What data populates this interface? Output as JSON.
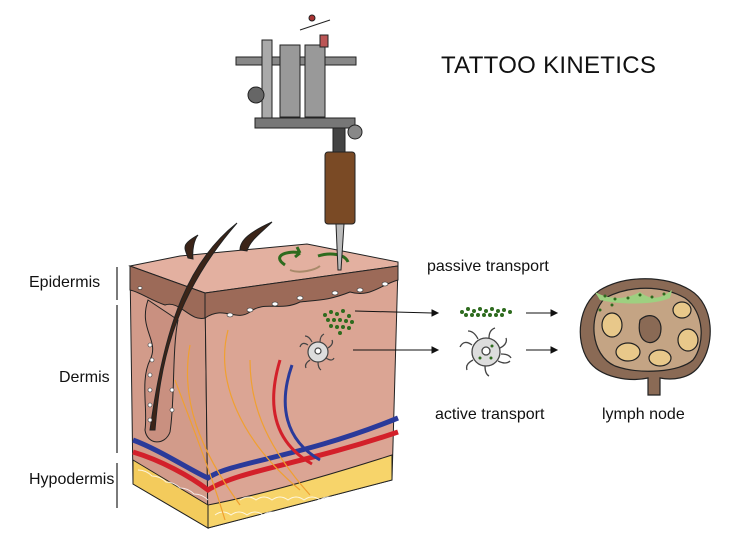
{
  "title": "TATTOO KINETICS",
  "layers": {
    "epidermis": "Epidermis",
    "dermis": "Dermis",
    "hypodermis": "Hypodermis"
  },
  "transport": {
    "passive": "passive transport",
    "active": "active transport"
  },
  "destination": "lymph node",
  "colors": {
    "skin": "#dba594",
    "epidermis_band": "#9c6a58",
    "ink": "#2e6b1e",
    "artery": "#d3202a",
    "vein": "#2a3a9a",
    "fat": "#f7d46a",
    "nerve": "#f0a030",
    "grip": "#7a4a25"
  }
}
